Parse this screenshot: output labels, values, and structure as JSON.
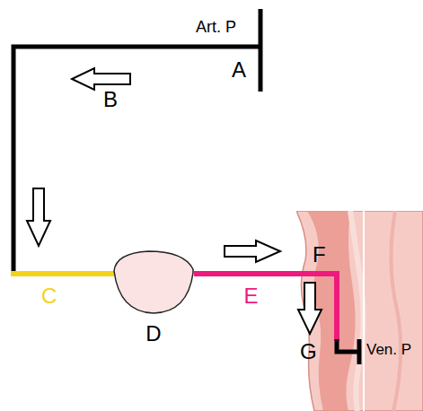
{
  "diagram": {
    "nodes": [
      {
        "text": [
          "D"
        ]
      },
      {
        "text": [
          "F"
        ]
      }
    ],
    "edges": [
      {
        "from": 0,
        "to": 1,
        "arrow": "none",
        "label": "E"
      }
    ],
    "labels": [
      "Art. P",
      "A",
      "B",
      "C",
      "G",
      "Ven. P"
    ]
  }
}
